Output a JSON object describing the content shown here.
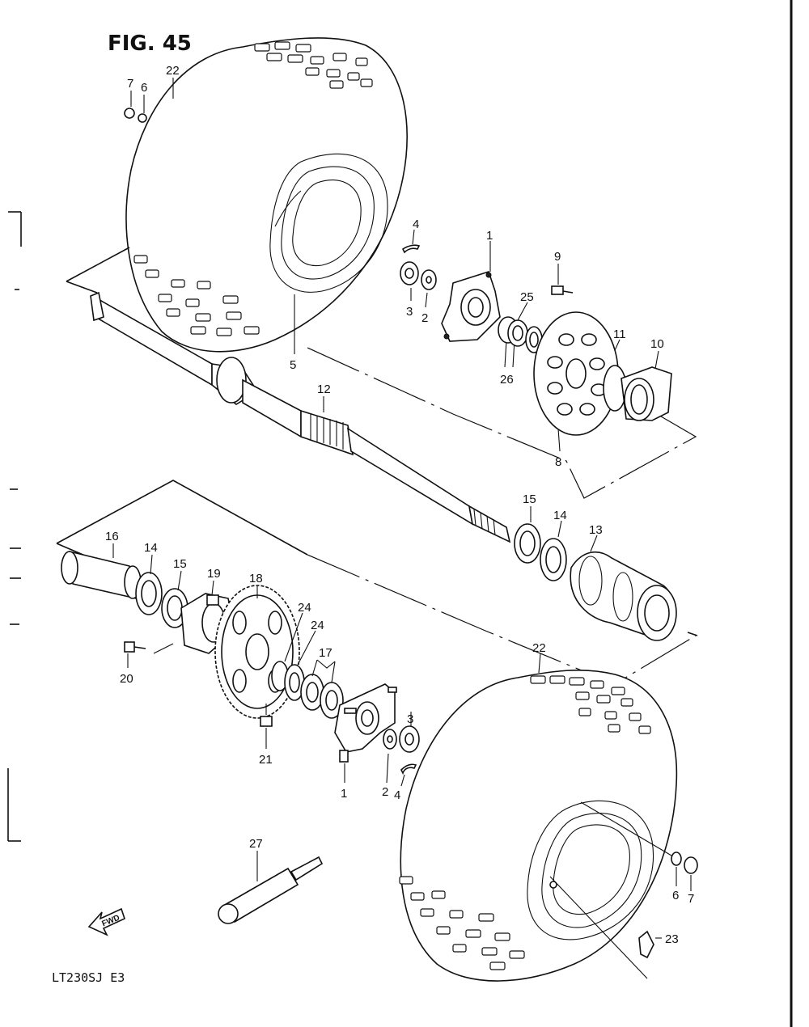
{
  "figure": {
    "title": "FIG. 45",
    "model_code": "LT230SJ  E3",
    "fwd_label": "FWD"
  },
  "callouts": [
    {
      "id": "c22a",
      "label": "22",
      "part": "tire"
    },
    {
      "id": "c7a",
      "label": "7",
      "part": "nut"
    },
    {
      "id": "c6a",
      "label": "6",
      "part": "washer"
    },
    {
      "id": "c5",
      "label": "5",
      "part": "wheel"
    },
    {
      "id": "c4a",
      "label": "4",
      "part": "cotter pin"
    },
    {
      "id": "c3a",
      "label": "3",
      "part": "castle nut"
    },
    {
      "id": "c2a",
      "label": "2",
      "part": "washer"
    },
    {
      "id": "c1a",
      "label": "1",
      "part": "wheel hub"
    },
    {
      "id": "c9",
      "label": "9",
      "part": "bolt"
    },
    {
      "id": "c25",
      "label": "25",
      "part": "seal"
    },
    {
      "id": "c26",
      "label": "26",
      "part": "bearing"
    },
    {
      "id": "c11",
      "label": "11",
      "part": "ring"
    },
    {
      "id": "c10",
      "label": "10",
      "part": "caliper bracket"
    },
    {
      "id": "c8",
      "label": "8",
      "part": "brake disc"
    },
    {
      "id": "c12",
      "label": "12",
      "part": "rear axle"
    },
    {
      "id": "c15a",
      "label": "15",
      "part": "oil seal"
    },
    {
      "id": "c14a",
      "label": "14",
      "part": "bearing"
    },
    {
      "id": "c13",
      "label": "13",
      "part": "axle housing"
    },
    {
      "id": "c16",
      "label": "16",
      "part": "spacer"
    },
    {
      "id": "c14b",
      "label": "14",
      "part": "bearing"
    },
    {
      "id": "c15b",
      "label": "15",
      "part": "oil seal"
    },
    {
      "id": "c19",
      "label": "19",
      "part": "sprocket mount"
    },
    {
      "id": "c18",
      "label": "18",
      "part": "sprocket"
    },
    {
      "id": "c24a",
      "label": "24",
      "part": "spacer"
    },
    {
      "id": "c24b",
      "label": "24",
      "part": "spacer"
    },
    {
      "id": "c17",
      "label": "17",
      "part": "bearing"
    },
    {
      "id": "c20",
      "label": "20",
      "part": "bolt"
    },
    {
      "id": "c21",
      "label": "21",
      "part": "nut"
    },
    {
      "id": "c1b",
      "label": "1",
      "part": "wheel hub"
    },
    {
      "id": "c2b",
      "label": "2",
      "part": "washer"
    },
    {
      "id": "c3b",
      "label": "3",
      "part": "castle nut"
    },
    {
      "id": "c4b",
      "label": "4",
      "part": "cotter pin"
    },
    {
      "id": "c22b",
      "label": "22",
      "part": "tire"
    },
    {
      "id": "c27",
      "label": "27",
      "part": "air gauge"
    },
    {
      "id": "c6b",
      "label": "6",
      "part": "washer"
    },
    {
      "id": "c7b",
      "label": "7",
      "part": "nut"
    },
    {
      "id": "c23",
      "label": "23",
      "part": "valve"
    }
  ]
}
